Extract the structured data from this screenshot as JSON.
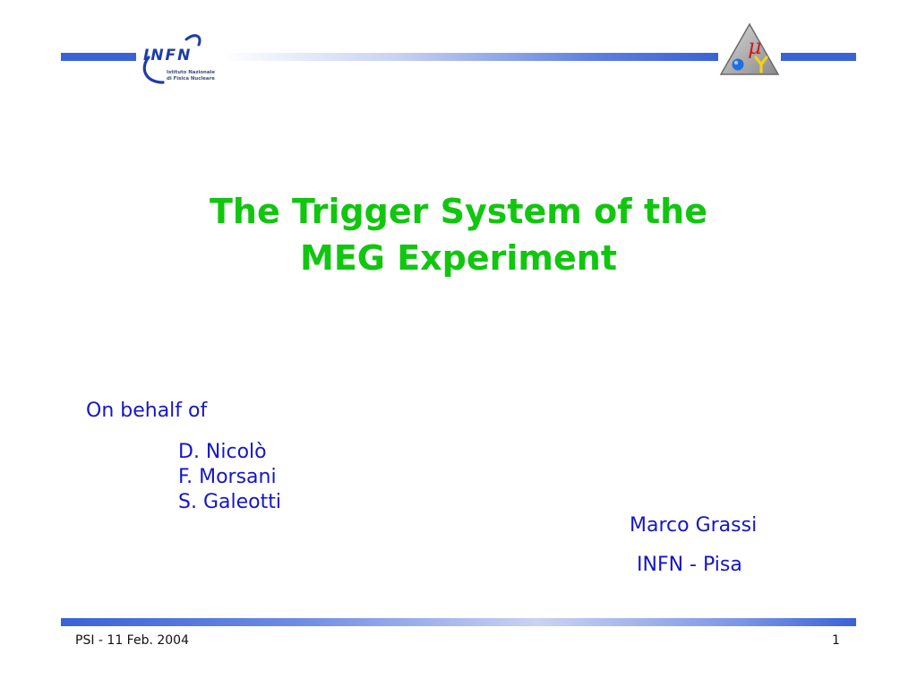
{
  "header": {
    "infn_logo": {
      "acronym": "INFN",
      "line1": "Istituto Nazionale",
      "line2": "di Fisica Nucleare"
    },
    "meg_logo": {
      "icon": "meg-experiment-logo-icon",
      "glyph": "μ"
    }
  },
  "slide": {
    "title_line1": "The Trigger System of the",
    "title_line2": "MEG Experiment",
    "behalf_label": "On behalf of",
    "collaborators": [
      "D. Nicolò",
      "F. Morsani",
      "S. Galeotti"
    ],
    "author": "Marco Grassi",
    "affiliation": "INFN - Pisa"
  },
  "footer": {
    "left_text": "PSI - 11 Feb.  2004",
    "page_number": "1"
  },
  "colors": {
    "title": "#11c60f",
    "body_text": "#1515cc",
    "bar_blue": "#3a62d6"
  }
}
